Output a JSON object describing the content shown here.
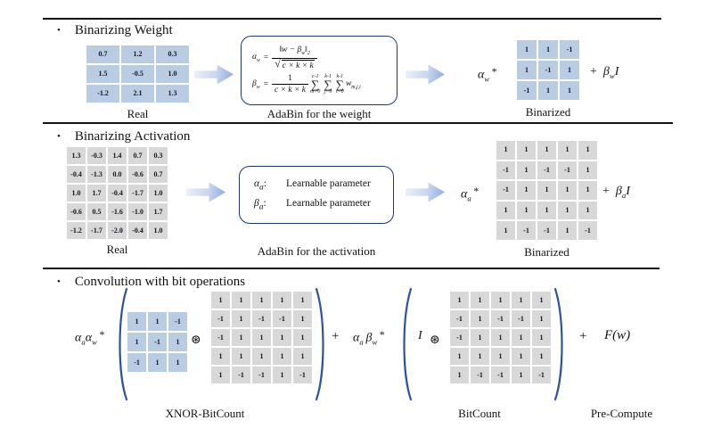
{
  "colors": {
    "blue-cell": "#b8cce4",
    "gray-cell": "#d8d8d8",
    "box-border": "#1f3864",
    "bracket": "#2f5597",
    "arrow-light": "#eef2fb",
    "arrow-dark": "#8ca8e1",
    "rule": "#141414"
  },
  "section1": {
    "bullet": "•",
    "title": "Binarizing Weight",
    "real": {
      "label": "Real",
      "rows": [
        [
          "0.7",
          "1.2",
          "0.3"
        ],
        [
          "1.5",
          "-0.5",
          "1.0"
        ],
        [
          "-1.2",
          "2.1",
          "1.3"
        ]
      ]
    },
    "formula_box": {
      "label": "AdaBin for the weight",
      "alpha": {
        "sym": "α",
        "sub": "w",
        "eq": "=",
        "num_pre": "‖w − β",
        "num_sub": "w",
        "num_post": "‖",
        "num_post_sub": "2",
        "sqrt": "√",
        "den": "c × k × k"
      },
      "beta": {
        "sym": "β",
        "sub": "w",
        "eq": "=",
        "num": "1",
        "den": "c × k × k",
        "sums": [
          {
            "top": "c-1",
            "bot": "m=0",
            "sigma": "∑"
          },
          {
            "top": "k-1",
            "bot": "j=0",
            "sigma": "∑"
          },
          {
            "top": "k-1",
            "bot": "i=0",
            "sigma": "∑"
          }
        ],
        "tail": "w",
        "tail_sub": "m,j,i"
      }
    },
    "result": {
      "coef_sym": "α",
      "coef_sub": "w",
      "star": "*",
      "matrix": {
        "label": "Binarized",
        "rows": [
          [
            "1",
            "1",
            "-1"
          ],
          [
            "1",
            "-1",
            "1"
          ],
          [
            "-1",
            "1",
            "1"
          ]
        ]
      },
      "plus": "+",
      "beta_sym": "β",
      "beta_sub": "w",
      "identity": "I"
    }
  },
  "section2": {
    "bullet": "•",
    "title": "Binarizing Activation",
    "real": {
      "label": "Real",
      "rows": [
        [
          "1.3",
          "-0.3",
          "1.4",
          "0.7",
          "0.3"
        ],
        [
          "-0.4",
          "-1.3",
          "0.0",
          "-0.6",
          "0.7"
        ],
        [
          "1.0",
          "1.7",
          "-0.4",
          "-1.7",
          "1.0"
        ],
        [
          "-0.6",
          "0.5",
          "-1.6",
          "-1.0",
          "1.7"
        ],
        [
          "-1.2",
          "-1.7",
          "-2.0",
          "-0.4",
          "1.0"
        ]
      ]
    },
    "param_box": {
      "label": "AdaBin for the activation",
      "lines": [
        {
          "sym": "α",
          "sub": "a",
          "colon": ":",
          "text": "Learnable parameter"
        },
        {
          "sym": "β",
          "sub": "a",
          "colon": ":",
          "text": "Learnable parameter"
        }
      ]
    },
    "result": {
      "coef_sym": "α",
      "coef_sub": "a",
      "star": "*",
      "matrix": {
        "label": "Binarized",
        "rows": [
          [
            "1",
            "1",
            "1",
            "1",
            "1"
          ],
          [
            "-1",
            "1",
            "-1",
            "-1",
            "1"
          ],
          [
            "-1",
            "1",
            "1",
            "1",
            "1"
          ],
          [
            "1",
            "1",
            "1",
            "1",
            "1"
          ],
          [
            "1",
            "-1",
            "-1",
            "1",
            "-1"
          ]
        ]
      },
      "plus": "+",
      "beta_sym": "β",
      "beta_sub": "a",
      "identity": "I"
    }
  },
  "section3": {
    "bullet": "•",
    "title": "Convolution with bit operations",
    "coef1": {
      "a_sym": "α",
      "a_sub": "a",
      "w_sym": "α",
      "w_sub": "w",
      "star": "*"
    },
    "weight_matrix": {
      "rows": [
        [
          "1",
          "1",
          "-1"
        ],
        [
          "1",
          "-1",
          "1"
        ],
        [
          "-1",
          "1",
          "1"
        ]
      ]
    },
    "conv_op": "⊛",
    "activation_matrix": {
      "rows": [
        [
          "1",
          "1",
          "1",
          "1",
          "1"
        ],
        [
          "-1",
          "1",
          "-1",
          "-1",
          "1"
        ],
        [
          "-1",
          "1",
          "1",
          "1",
          "1"
        ],
        [
          "1",
          "1",
          "1",
          "1",
          "1"
        ],
        [
          "1",
          "-1",
          "-1",
          "1",
          "-1"
        ]
      ]
    },
    "plus1": "+",
    "coef2": {
      "a_sym": "α",
      "a_sub": "a",
      "b_sym": "β",
      "b_sub": "w",
      "star": "*"
    },
    "identity": "I",
    "activation_matrix2": {
      "rows": [
        [
          "1",
          "1",
          "1",
          "1",
          "1"
        ],
        [
          "-1",
          "1",
          "-1",
          "-1",
          "1"
        ],
        [
          "-1",
          "1",
          "1",
          "1",
          "1"
        ],
        [
          "1",
          "1",
          "1",
          "1",
          "1"
        ],
        [
          "1",
          "-1",
          "-1",
          "1",
          "-1"
        ]
      ]
    },
    "plus2": "+",
    "precompute_term": "F(w)",
    "labels": {
      "xnor": "XNOR-BitCount",
      "bitcount": "BitCount",
      "precompute": "Pre-Compute"
    }
  }
}
